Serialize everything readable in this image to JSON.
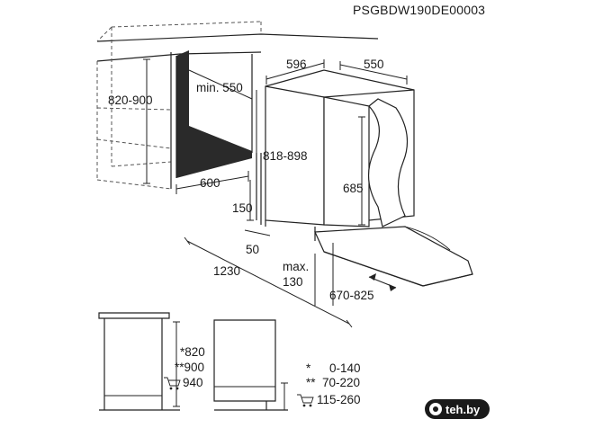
{
  "model_code": "PSGBDW190DE00003",
  "dimensions": {
    "width_596": "596",
    "depth_550": "550",
    "min_550": "min. 550",
    "height_820_900": "820-900",
    "height_818_898": "818-898",
    "depth_600": "600",
    "door_685": "685",
    "gap_150": "150",
    "gap_50": "50",
    "length_1230": "1230",
    "max_label": "max.",
    "max_130": "130",
    "range_670_825": "670-825"
  },
  "legend": {
    "h1": "*820",
    "h2": "**900",
    "h3": "940",
    "r1_mark": "*",
    "r1": "0-140",
    "r2_mark": "**",
    "r2": "70-220",
    "r3": "115-260"
  },
  "watermark": {
    "text": "teh.by"
  }
}
